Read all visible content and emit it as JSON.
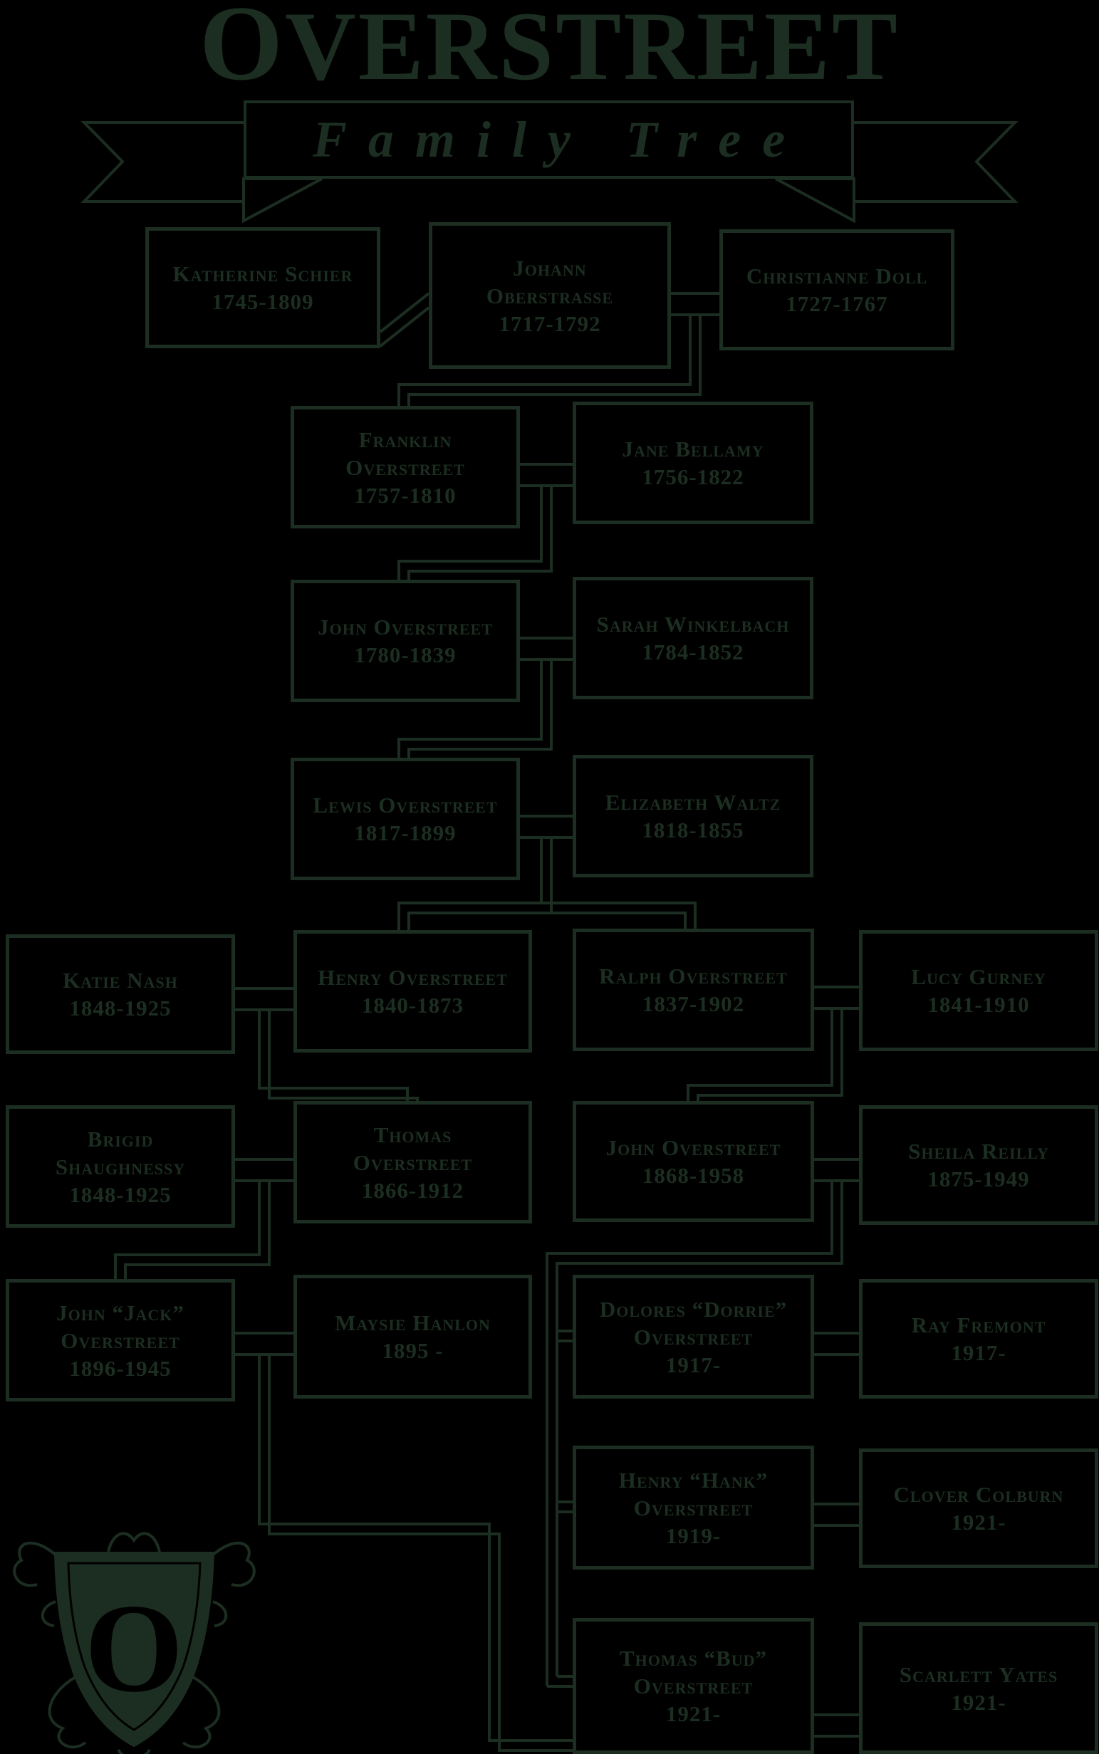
{
  "title": {
    "text": "Overstreet"
  },
  "banner": {
    "text": "Family Tree"
  },
  "crest": {
    "letter": "O"
  },
  "theme": {
    "background": "#000000",
    "ink": "#1c2e21",
    "ink_strong": "#182618"
  },
  "people": {
    "katherine": {
      "name_lines": [
        "Katherine Schier"
      ],
      "dates": "1745-1809"
    },
    "johann": {
      "name_lines": [
        "Johann",
        "Oberstrasse"
      ],
      "dates": "1717-1792"
    },
    "christianne": {
      "name_lines": [
        "Christianne Doll"
      ],
      "dates": "1727-1767"
    },
    "franklin": {
      "name_lines": [
        "Franklin",
        "Overstreet"
      ],
      "dates": "1757-1810"
    },
    "jane": {
      "name_lines": [
        "Jane Bellamy"
      ],
      "dates": "1756-1822"
    },
    "john_1780": {
      "name_lines": [
        "John Overstreet"
      ],
      "dates": "1780-1839"
    },
    "sarah": {
      "name_lines": [
        "Sarah Winkelbach"
      ],
      "dates": "1784-1852"
    },
    "lewis": {
      "name_lines": [
        "Lewis Overstreet"
      ],
      "dates": "1817-1899"
    },
    "elizabeth": {
      "name_lines": [
        "Elizabeth Waltz"
      ],
      "dates": "1818-1855"
    },
    "katie": {
      "name_lines": [
        "Katie Nash"
      ],
      "dates": "1848-1925"
    },
    "henry_1840": {
      "name_lines": [
        "Henry Overstreet"
      ],
      "dates": "1840-1873"
    },
    "ralph": {
      "name_lines": [
        "Ralph Overstreet"
      ],
      "dates": "1837-1902"
    },
    "lucy": {
      "name_lines": [
        "Lucy Gurney"
      ],
      "dates": "1841-1910"
    },
    "brigid": {
      "name_lines": [
        "Brigid",
        "Shaughnessy"
      ],
      "dates": "1848-1925"
    },
    "thomas_1866": {
      "name_lines": [
        "Thomas",
        "Overstreet"
      ],
      "dates": "1866-1912"
    },
    "john_1868": {
      "name_lines": [
        "John Overstreet"
      ],
      "dates": "1868-1958"
    },
    "sheila": {
      "name_lines": [
        "Sheila Reilly"
      ],
      "dates": "1875-1949"
    },
    "jack": {
      "name_lines": [
        "John “Jack”",
        "Overstreet"
      ],
      "dates": "1896-1945"
    },
    "maysie": {
      "name_lines": [
        "Maysie Hanlon"
      ],
      "dates": "1895 -"
    },
    "dolores": {
      "name_lines": [
        "Dolores “Dorrie”",
        "Overstreet"
      ],
      "dates": "1917-"
    },
    "ray": {
      "name_lines": [
        "Ray Fremont"
      ],
      "dates": "1917-"
    },
    "hank": {
      "name_lines": [
        "Henry “Hank”",
        "Overstreet"
      ],
      "dates": "1919-"
    },
    "clover": {
      "name_lines": [
        "Clover Colburn"
      ],
      "dates": "1921-"
    },
    "bud": {
      "name_lines": [
        "Thomas “Bud”",
        "Overstreet"
      ],
      "dates": "1921-"
    },
    "scarlett": {
      "name_lines": [
        "Scarlett Yates"
      ],
      "dates": "1921-"
    }
  }
}
